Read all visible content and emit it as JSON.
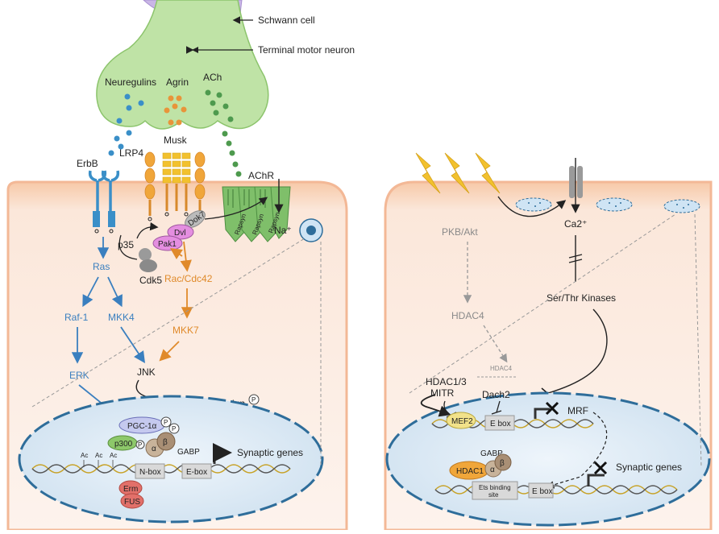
{
  "colors": {
    "schwann": "#c9b6e6",
    "neuron": "#bfe3a6",
    "membrane": "#f6d7c3",
    "nucleus": "#dcebf7",
    "nucleus_border": "#2e6d9a",
    "blue_path": "#3a7fbf",
    "orange_path": "#e08a2a",
    "grey_path": "#9a9a9a",
    "lightning": "#f2c12e"
  },
  "labels": {
    "schwann_cell": "Schwann cell",
    "terminal_motor_neuron": "Terminal motor neuron",
    "neuregulins": "Neuregulins",
    "agrin": "Agrin",
    "ach": "ACh",
    "lrp4": "LRP4",
    "musk": "Musk",
    "erbb": "ErbB",
    "achr": "AChR",
    "rapsyn": "Rapsyn",
    "dok7": "Dok7",
    "dvl": "Dvl",
    "pak1": "Pak1",
    "p35": "p35",
    "cdk5": "Cdk5",
    "na": "Na⁺",
    "ras": "Ras",
    "rac_cdc42": "Rac/Cdc42",
    "raf1": "Raf-1",
    "mkk4": "MKK4",
    "mkk7": "MKK7",
    "erk": "ERK",
    "jnk": "JNK",
    "c_jun": "c-jun",
    "p": "P",
    "pgc1a": "PGC-1α",
    "p300": "p300",
    "gabp_left": "GABP",
    "alpha": "α",
    "beta": "β",
    "ac": "Ac",
    "n_box": "N-box",
    "e_box_left": "E-box",
    "synaptic_genes_left": "Synaptic genes",
    "erm": "Erm",
    "fus": "FUS",
    "pkb_akt": "PKB/Akt",
    "hdac4": "HDAC4",
    "hdac4_small": "HDAC4",
    "ca2": "Ca2⁺",
    "ser_thr_kinases": "Ser/Thr Kinases",
    "hdac13_mitr": "HDAC1/3\nMITR",
    "hdac13": "HDAC1/3",
    "mitr": "MITR",
    "dach2": "Dach2",
    "mef2": "MEF2",
    "e_box_right": "E box",
    "mrf": "MRF",
    "gabp_right": "GABP",
    "hdac1": "HDAC1",
    "ets_binding_site_1": "Ets binding",
    "ets_binding_site_2": "site",
    "e_box_right2": "E box",
    "synaptic_genes_right": "Synaptic genes"
  }
}
